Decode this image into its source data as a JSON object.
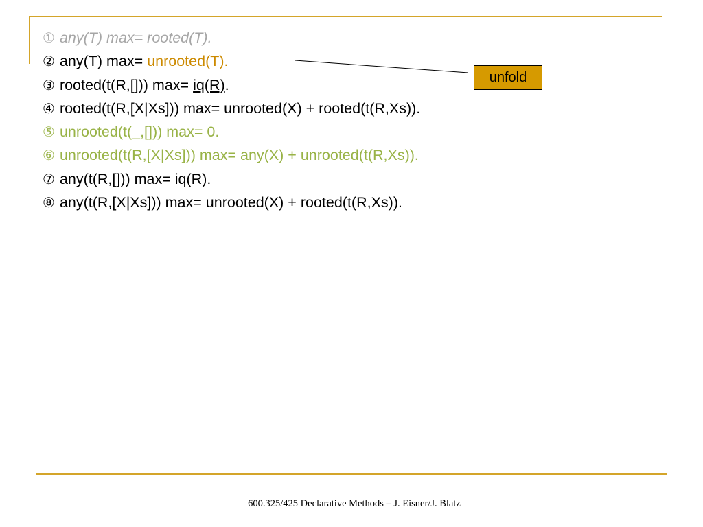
{
  "rules": [
    {
      "num": "①",
      "parts": [
        {
          "text": "any(T) max= rooted(T).",
          "style": "dim"
        }
      ]
    },
    {
      "num": "②",
      "parts": [
        {
          "text": "any(T) max= ",
          "style": "normal"
        },
        {
          "text": "unrooted(T).",
          "style": "orange"
        }
      ]
    },
    {
      "num": "③",
      "parts": [
        {
          "text": "rooted(t(R,[])) max= ",
          "style": "normal"
        },
        {
          "text": "iq(R)",
          "style": "underline"
        },
        {
          "text": ".",
          "style": "normal"
        }
      ]
    },
    {
      "num": "④",
      "parts": [
        {
          "text": "rooted(t(R,[X|Xs])) max= unrooted(X) + rooted(t(R,Xs)).",
          "style": "normal"
        }
      ]
    },
    {
      "num": "⑤",
      "parts": [
        {
          "text": "unrooted(t(_,[])) max= 0.",
          "style": "green"
        }
      ]
    },
    {
      "num": "⑥",
      "parts": [
        {
          "text": "unrooted(t(R,[X|Xs])) max= any(X) + unrooted(t(R,Xs)).",
          "style": "green"
        }
      ]
    },
    {
      "num": "⑦",
      "parts": [
        {
          "text": "any(t(R,[])) max= iq(R).",
          "style": "normal"
        }
      ]
    },
    {
      "num": "⑧",
      "parts": [
        {
          "text": "any(t(R,[X|Xs])) max= unrooted(X) + rooted(t(R,Xs)).",
          "style": "normal"
        }
      ]
    }
  ],
  "callout": {
    "label": "unfold"
  },
  "footer": {
    "text": "600.325/425 Declarative Methods – J. Eisner/J. Blatz"
  },
  "colors": {
    "accent_rule": "#d4a52a",
    "callout_fill": "#d69a00",
    "green": "#99b347",
    "orange": "#cc8a00",
    "dim": "#a6a6a6"
  }
}
